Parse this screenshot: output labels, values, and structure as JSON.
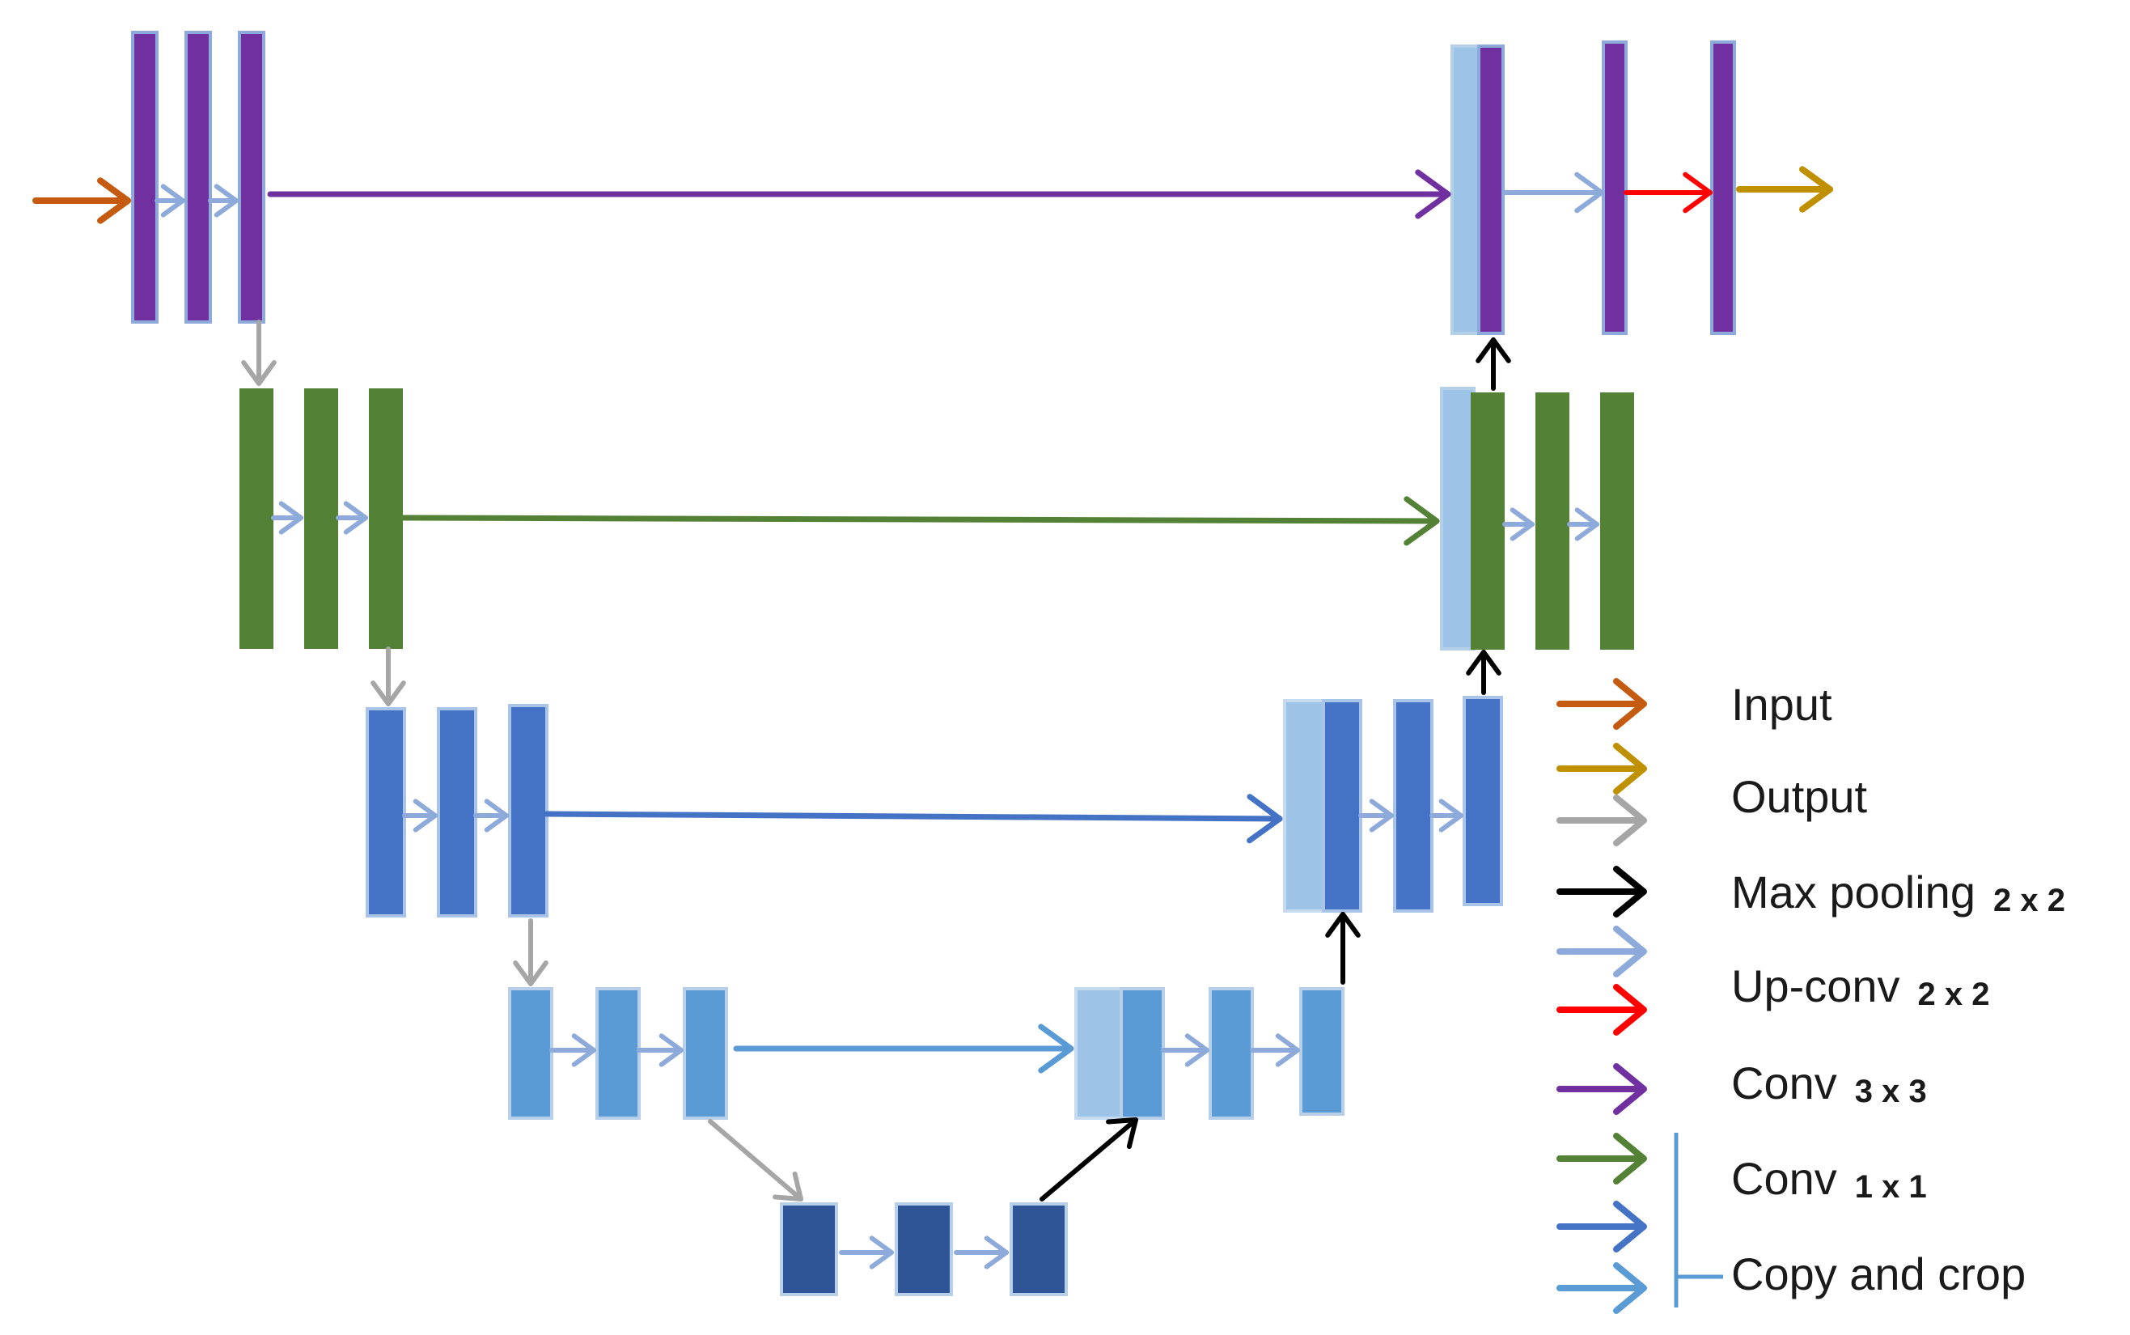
{
  "colors": {
    "input": "#c55a11",
    "output": "#bf9000",
    "gray": "#a6a6a6",
    "black": "#000000",
    "lightblue": "#8eaadb",
    "red": "#ff0000",
    "purple": "#7030a0",
    "green": "#538135",
    "blue": "#4472c4",
    "midblue": "#5b9bd5",
    "darkblue": "#2f5597",
    "crop": "#9dc3e6"
  },
  "legend": [
    {
      "label": "Input",
      "size": "",
      "color": "input",
      "icon": "input-arrow-icon"
    },
    {
      "label": "Output",
      "size": "",
      "color": "output",
      "icon": "output-arrow-icon"
    },
    {
      "label": "",
      "size": "",
      "color": "gray",
      "icon": "gray-arrow-icon"
    },
    {
      "label": "Max pooling",
      "size": "2 x 2",
      "color": "black",
      "icon": "max-pooling-arrow-icon"
    },
    {
      "label": "Up-conv",
      "size": "2 x 2",
      "color": "lightblue",
      "icon": "up-conv-arrow-icon"
    },
    {
      "label": "",
      "size": "",
      "color": "red",
      "icon": "red-arrow-icon"
    },
    {
      "label": "Conv",
      "size": "3 x 3",
      "color": "purple",
      "icon": "conv-3x3-arrow-icon"
    },
    {
      "label": "Conv",
      "size": "1 x 1",
      "color": "green",
      "icon": "conv-1x1-arrow-icon"
    },
    {
      "label": "",
      "size": "",
      "color": "blue",
      "icon": "blue-arrow-icon"
    },
    {
      "label": "Copy and crop",
      "size": "",
      "color": "midblue",
      "icon": "copy-and-crop-arrow-icon"
    }
  ]
}
